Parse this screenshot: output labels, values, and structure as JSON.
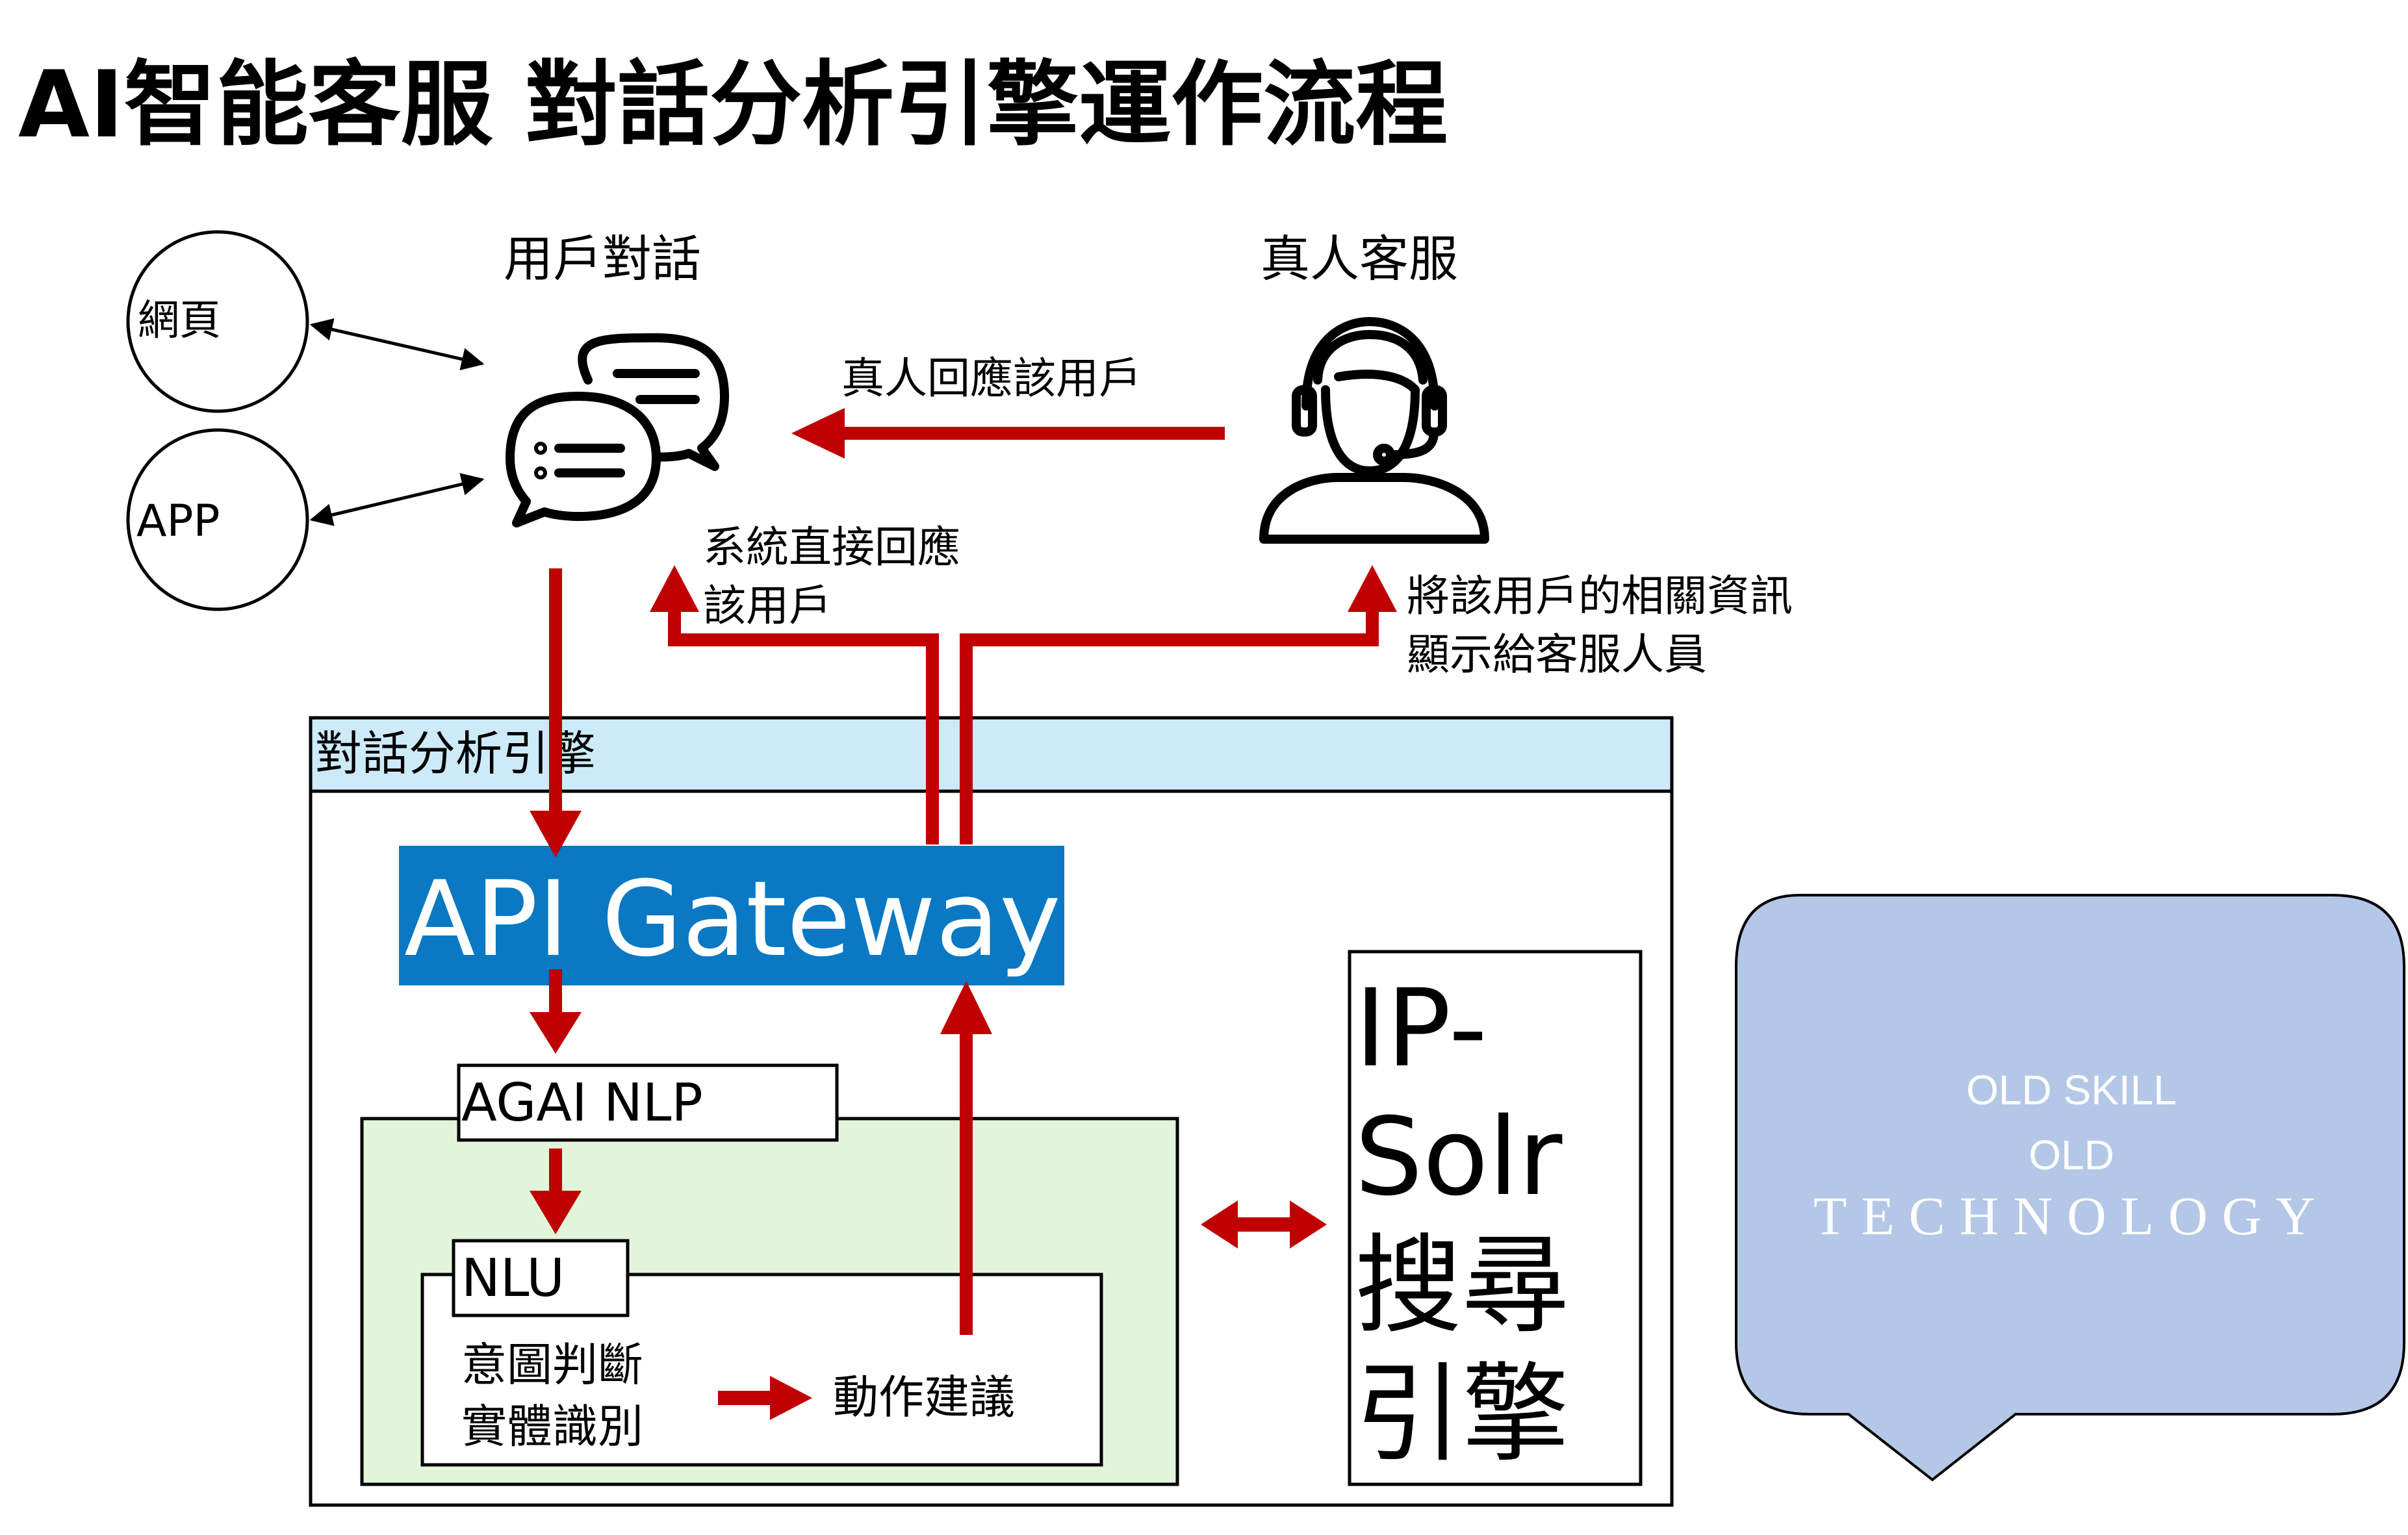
{
  "title": "AI智能客服 對話分析引擎運作流程",
  "nodes": {
    "web": "網頁",
    "app": "APP",
    "user_dialog": "用戶對話",
    "human_agent": "真人客服",
    "engine": "對話分析引擎",
    "api_gateway": "API Gateway",
    "agai_nlp": "AGAI NLP",
    "nlu": "NLU",
    "intent_line1": "意圖判斷",
    "intent_line2": "實體識別",
    "action": "動作建議",
    "solr_line1": "IP-",
    "solr_line2": "Solr",
    "solr_line3": "搜尋",
    "solr_line4": "引擎"
  },
  "edge_labels": {
    "human_reply": "真人回應該用戶",
    "system_reply_line1": "系統直接回應",
    "system_reply_line2": "該用戶",
    "show_info_line1": "將該用戶的相關資訊",
    "show_info_line2": "顯示給客服人員"
  },
  "callout": {
    "line1": "OLD SKILL",
    "line2": "OLD",
    "line3": "TECHNOLOGY"
  },
  "colors": {
    "arrow": "#c00000",
    "engine_header": "#cdeaf9",
    "api_gateway_fill": "#0a78c2",
    "nlp_fill": "#e2f5da",
    "callout_fill": "#b4c7e7"
  }
}
